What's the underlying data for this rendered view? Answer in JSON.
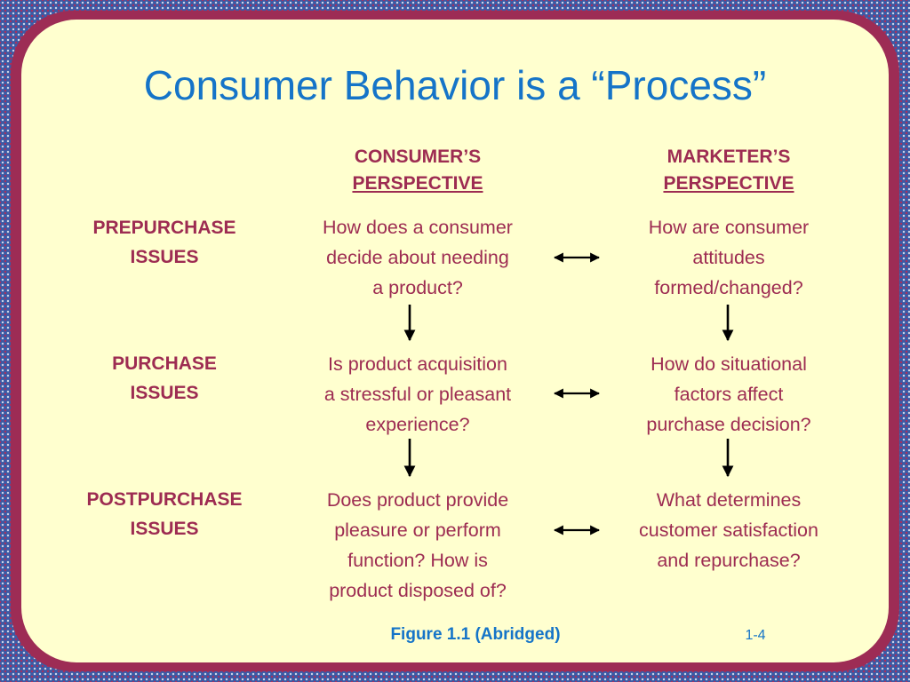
{
  "title": "Consumer Behavior is a “Process”",
  "columns": {
    "consumer": [
      "CONSUMER’S",
      "PERSPECTIVE"
    ],
    "marketer": [
      "MARKETER’S",
      "PERSPECTIVE"
    ]
  },
  "rows": [
    {
      "label": [
        "PREPURCHASE",
        "ISSUES"
      ],
      "consumer": [
        "How does a consumer",
        "decide about needing",
        "a product?"
      ],
      "marketer": [
        "How are consumer",
        "attitudes",
        "formed/changed?"
      ]
    },
    {
      "label": [
        "PURCHASE",
        "ISSUES"
      ],
      "consumer": [
        "Is product acquisition",
        "a stressful or pleasant",
        "experience?"
      ],
      "marketer": [
        "How do situational",
        "factors affect",
        "purchase decision?"
      ]
    },
    {
      "label": [
        "POSTPURCHASE",
        "ISSUES"
      ],
      "consumer": [
        "Does product provide",
        "pleasure or perform",
        "function? How is",
        "product disposed of?"
      ],
      "marketer": [
        "What determines",
        "customer satisfaction",
        "and repurchase?"
      ]
    }
  ],
  "caption": "Figure 1.1 (Abridged)",
  "page_number": "1-4",
  "colors": {
    "title": "#1574c8",
    "text": "#9d2c52",
    "background": "#ffffcf",
    "border": "#9d2c55"
  }
}
